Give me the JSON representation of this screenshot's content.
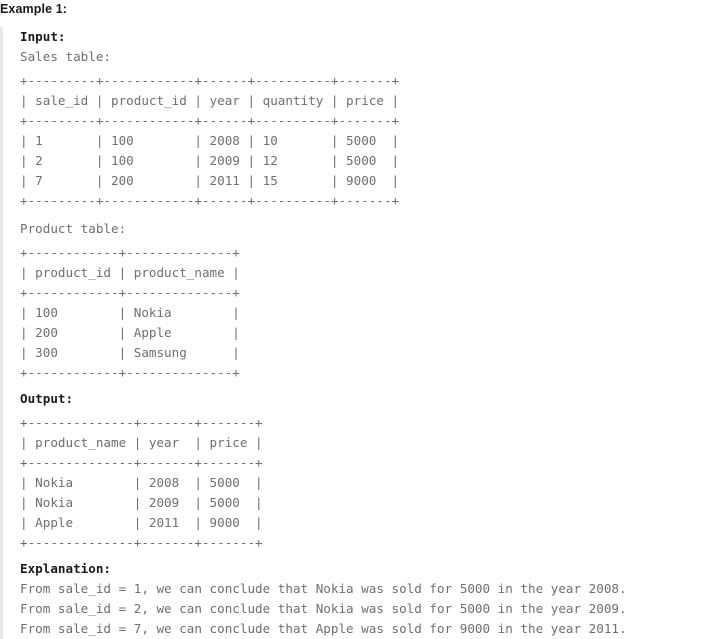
{
  "heading": "Example 1:",
  "blocks": {
    "input_label": "Input:",
    "output_label": "Output:",
    "explanation_label": "Explanation:",
    "sales_caption": "Sales table:",
    "product_caption": "Product table:"
  },
  "sales_table": {
    "columns": [
      "sale_id",
      "product_id",
      "year",
      "quantity",
      "price"
    ],
    "rows": [
      [
        "1",
        "100",
        "2008",
        "10",
        "5000"
      ],
      [
        "2",
        "100",
        "2009",
        "12",
        "5000"
      ],
      [
        "7",
        "200",
        "2011",
        "15",
        "9000"
      ]
    ],
    "ascii": "+---------+------------+------+----------+-------+\n| sale_id | product_id | year | quantity | price |\n+---------+------------+------+----------+-------+\n| 1       | 100        | 2008 | 10       | 5000  |\n| 2       | 100        | 2009 | 12       | 5000  |\n| 7       | 200        | 2011 | 15       | 9000  |\n+---------+------------+------+----------+-------+"
  },
  "product_table": {
    "columns": [
      "product_id",
      "product_name"
    ],
    "rows": [
      [
        "100",
        "Nokia"
      ],
      [
        "200",
        "Apple"
      ],
      [
        "300",
        "Samsung"
      ]
    ],
    "ascii": "+------------+--------------+\n| product_id | product_name |\n+------------+--------------+\n| 100        | Nokia        |\n| 200        | Apple        |\n| 300        | Samsung      |\n+------------+--------------+"
  },
  "output_table": {
    "columns": [
      "product_name",
      "year",
      "price"
    ],
    "rows": [
      [
        "Nokia",
        "2008",
        "5000"
      ],
      [
        "Nokia",
        "2009",
        "5000"
      ],
      [
        "Apple",
        "2011",
        "9000"
      ]
    ],
    "ascii": "+--------------+-------+-------+\n| product_name | year  | price |\n+--------------+-------+-------+\n| Nokia        | 2008  | 5000  |\n| Nokia        | 2009  | 5000  |\n| Apple        | 2011  | 9000  |\n+--------------+-------+-------+"
  },
  "explanation": {
    "lines": [
      "From sale_id = 1, we can conclude that Nokia was sold for 5000 in the year 2008.",
      "From sale_id = 2, we can conclude that Nokia was sold for 5000 in the year 2009.",
      "From sale_id = 7, we can conclude that Apple was sold for 9000 in the year 2011."
    ],
    "text": "From sale_id = 1, we can conclude that Nokia was sold for 5000 in the year 2008.\nFrom sale_id = 2, we can conclude that Nokia was sold for 5000 in the year 2009.\nFrom sale_id = 7, we can conclude that Apple was sold for 9000 in the year 2011."
  },
  "colors": {
    "text": "#6f6f72",
    "strong": "#1a1a1a",
    "rule": "#e8e8e8",
    "background": "#ffffff"
  }
}
